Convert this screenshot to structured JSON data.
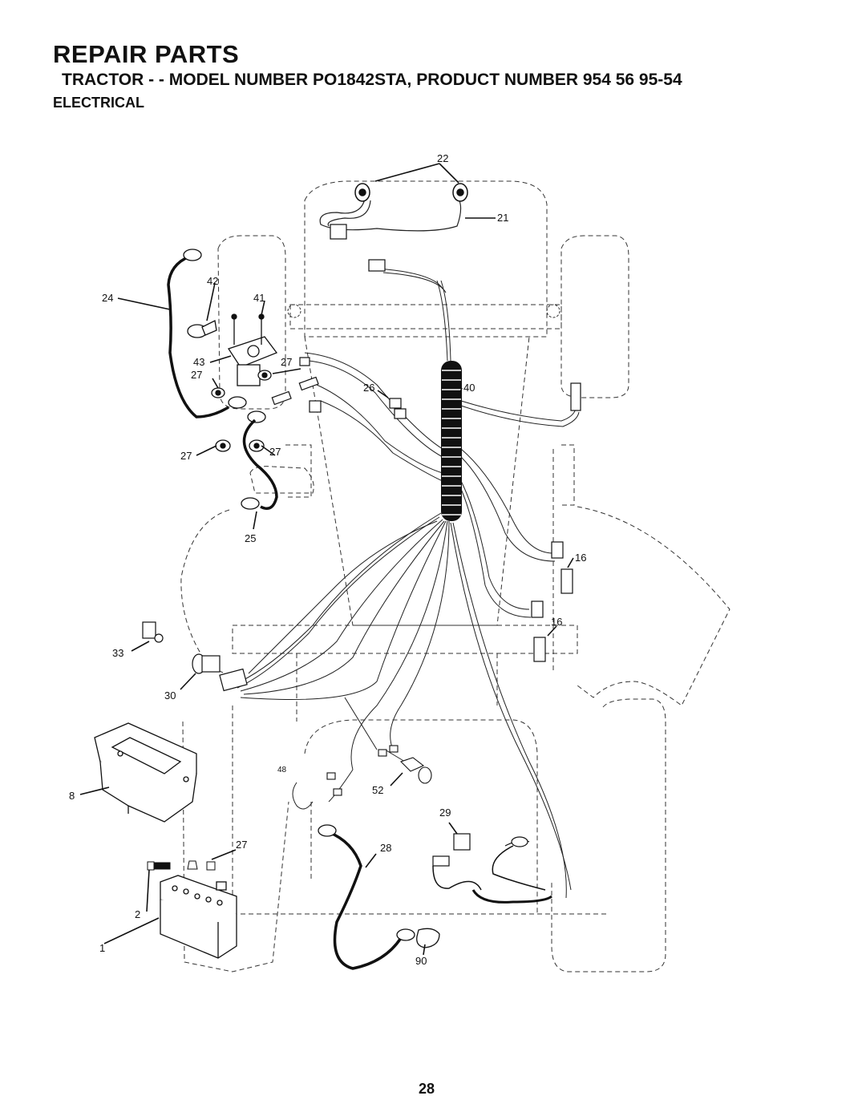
{
  "header": {
    "title": "REPAIR PARTS",
    "subtitle": "TRACTOR - - MODEL NUMBER PO1842STA, PRODUCT NUMBER 954 56 95-54",
    "section": "ELECTRICAL"
  },
  "callouts": {
    "c22": "22",
    "c21": "21",
    "c24": "24",
    "c42": "42",
    "c41": "41",
    "c43": "43",
    "c27a": "27",
    "c27b": "27",
    "c26": "26",
    "c40": "40",
    "c27c": "27",
    "c27d": "27",
    "c25": "25",
    "c16a": "16",
    "c16b": "16",
    "c33": "33",
    "c30": "30",
    "c48": "48",
    "c52": "52",
    "c8": "8",
    "c29": "29",
    "c27e": "27",
    "c28": "28",
    "c2": "2",
    "c1": "1",
    "c90": "90"
  },
  "page_number": "28"
}
